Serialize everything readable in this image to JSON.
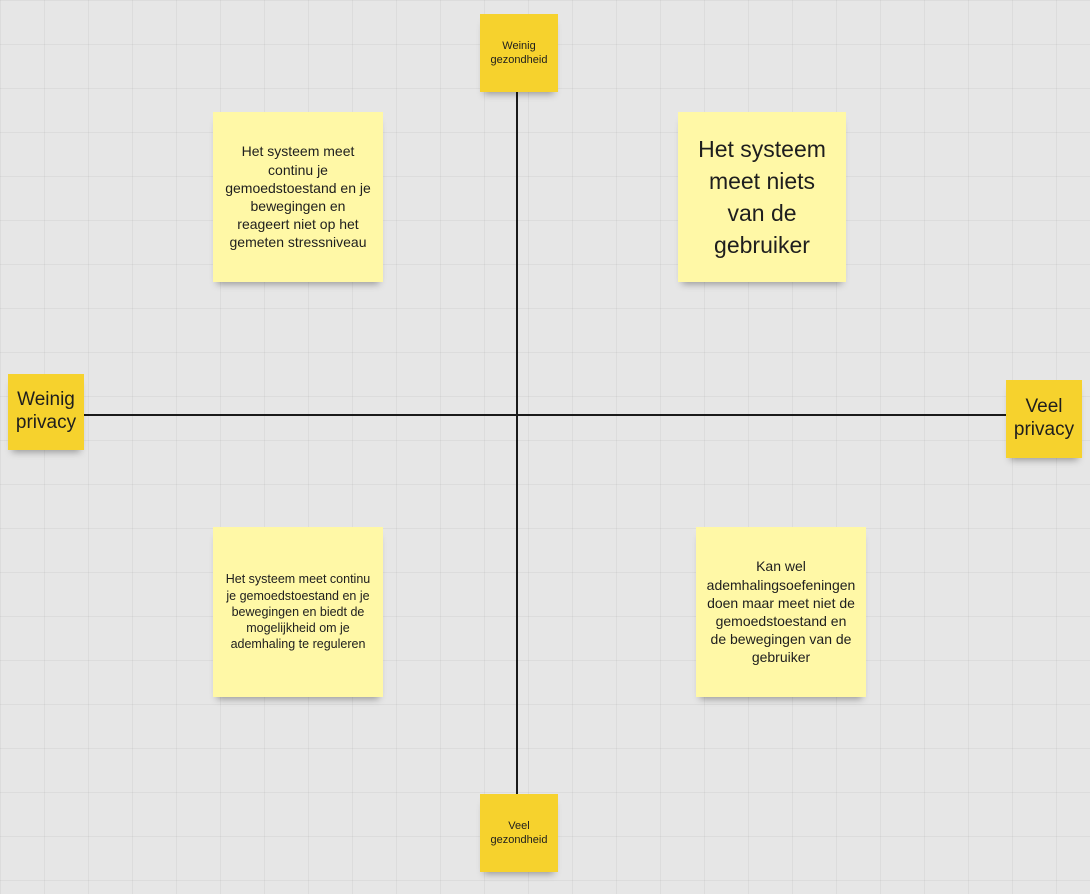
{
  "axes": {
    "top": "Weinig gezondheid",
    "bottom": "Veel gezondheid",
    "left": "Weinig privacy",
    "right": "Veel privacy"
  },
  "quadrants": {
    "top_left": "Het systeem meet continu je gemoedstoestand en je bewegingen en reageert niet op het gemeten stressniveau",
    "top_right": "Het systeem meet niets van de gebruiker",
    "bottom_left": "Het systeem meet continu je gemoedstoestand en je bewegingen en biedt de mogelijkheid om je ademhaling te reguleren",
    "bottom_right": "Kan wel ademhalingsoefeningen doen maar meet niet de gemoedstoestand en de bewegingen van de gebruiker"
  },
  "colors": {
    "axis_note": "#f6d22d",
    "content_note": "#fff8a6",
    "axis_line": "#1a1a1a",
    "board": "#e6e6e6"
  }
}
